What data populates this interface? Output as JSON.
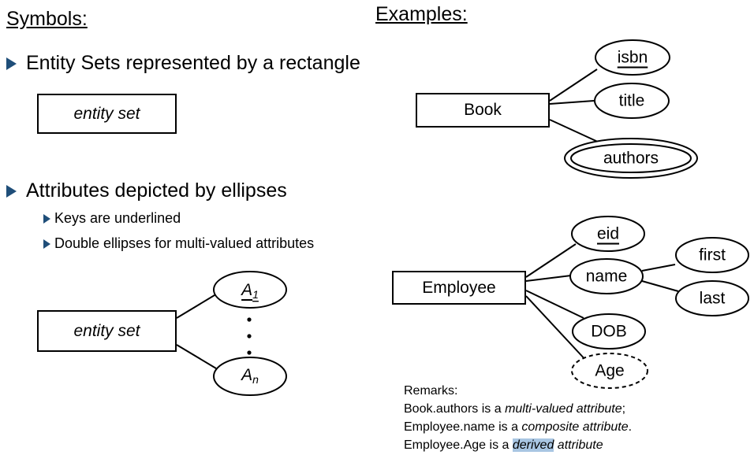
{
  "symbols_heading": "Symbols:",
  "examples_heading": "Examples:",
  "bullet_entity": "Entity Sets represented by a rectangle",
  "entity_set_label": "entity set",
  "bullet_attributes": "Attributes depicted by ellipses",
  "sub_keys": "Keys are underlined",
  "sub_double": "Double ellipses for multi-valued attributes",
  "attr_a": "A",
  "attr_sub_1": "1",
  "attr_sub_n": "n",
  "book": {
    "entity": "Book",
    "attrs": [
      "isbn",
      "title",
      "authors"
    ]
  },
  "employee": {
    "entity": "Employee",
    "attrs": [
      "eid",
      "name",
      "DOB",
      "Age"
    ],
    "name_parts": [
      "first",
      "last"
    ]
  },
  "remarks": {
    "title": "Remarks:",
    "line1_pre": "Book.authors is a ",
    "line1_em": "multi-valued attribute",
    "line1_post": ";",
    "line2_pre": "Employee.name is a ",
    "line2_em": "composite attribute",
    "line2_post": ".",
    "line3_pre": "Employee.Age is a ",
    "line3_hl": "derived",
    "line3_em": " attribute"
  },
  "colors": {
    "bullet": "#1f4e79",
    "highlight": "#a9c6e3"
  }
}
